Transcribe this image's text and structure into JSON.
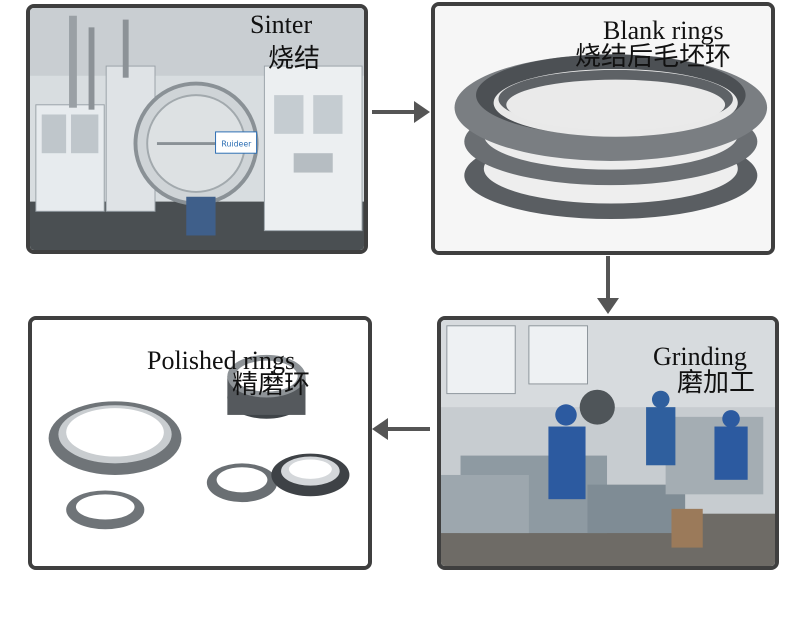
{
  "steps": [
    {
      "id": "sinter",
      "label_en": "Sinter",
      "label_zh": "烧结"
    },
    {
      "id": "blank",
      "label_en": "Blank rings",
      "label_zh": "烧结后毛坯环"
    },
    {
      "id": "grinding",
      "label_en": "Grinding",
      "label_zh": "磨加工"
    },
    {
      "id": "polished",
      "label_en": "Polished rings",
      "label_zh": "精磨环"
    }
  ],
  "colors": {
    "border": "#3f3f3f",
    "arrow": "#555555"
  },
  "badge": {
    "brand": "Ruideer"
  }
}
